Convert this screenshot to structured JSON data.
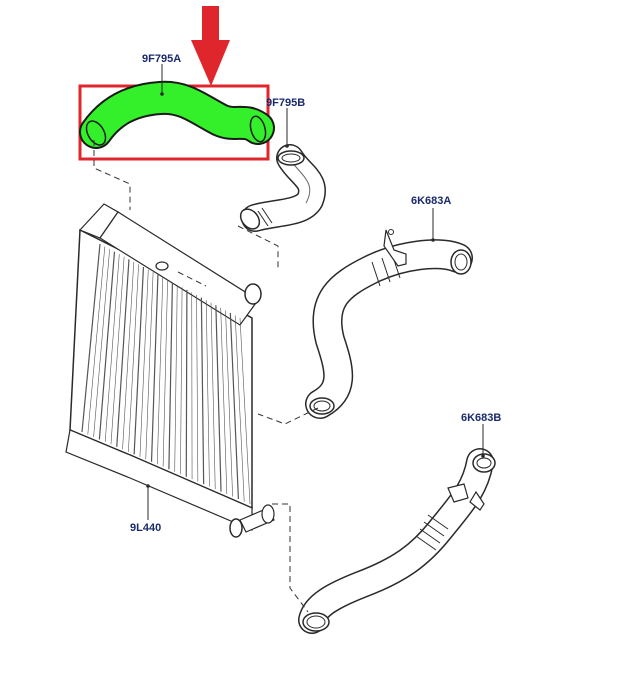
{
  "colors": {
    "label": "#1a2a6c",
    "highlight_box": "#e0262d",
    "arrow": "#e0262d",
    "highlight_part": "#33f02a",
    "line": "#2a2a2a"
  },
  "parts": {
    "part_9f795a": "9F795A",
    "part_9f795b": "9F795B",
    "part_6k683a": "6K683A",
    "part_6k683b": "6K683B",
    "part_9l440": "9L440"
  },
  "highlighted_part": "9F795A"
}
